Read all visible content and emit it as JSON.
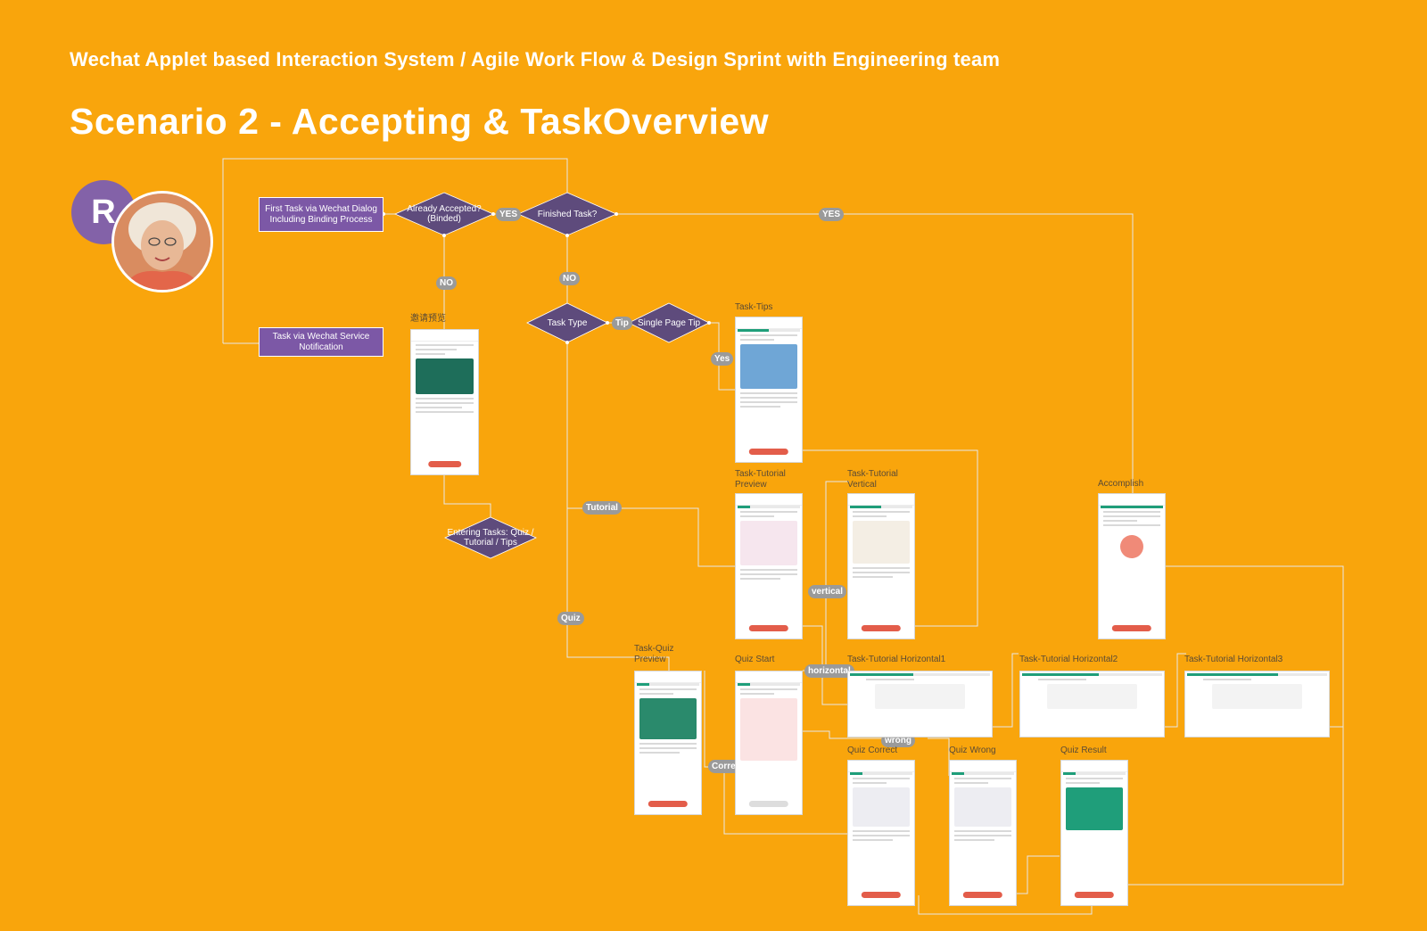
{
  "header": {
    "subtitle": "Wechat Applet based Interaction System / Agile Work Flow & Design Sprint with Engineering team",
    "title": "Scenario 2 - Accepting & TaskOverview"
  },
  "avatar": {
    "initial": "R"
  },
  "nodes": {
    "first_task": "First Task via Wechat Dialog Including Binding Process",
    "service_task": "Task via Wechat Service Notification",
    "already_accepted": "Already Accepted? (Binded)",
    "finished_task": "Finished Task?",
    "task_type": "Task Type",
    "single_page_tip": "Single Page Tip",
    "entering_tasks": "Entering Tasks: Quiz / Tutorial / Tips"
  },
  "edge_labels": {
    "yes1": "YES",
    "yes2": "YES",
    "no1": "NO",
    "no2": "NO",
    "tip": "Tip",
    "yes_tip": "Yes",
    "tutorial": "Tutorial",
    "quiz": "Quiz",
    "vertical": "vertical",
    "horizontal": "horizontal",
    "wrong": "wrong",
    "correct": "Correct"
  },
  "screens": {
    "invite": "邀请预览",
    "task_tips": "Task-Tips",
    "tutorial_preview": "Task-Tutorial Preview",
    "tutorial_vertical": "Task-Tutorial Vertical",
    "accomplish": "Accomplish",
    "quiz_preview": "Task-Quiz Preview",
    "quiz_start": "Quiz Start",
    "tut_h1": "Task-Tutorial Horizontal1",
    "tut_h2": "Task-Tutorial Horizontal2",
    "tut_h3": "Task-Tutorial Horizontal3",
    "quiz_correct": "Quiz Correct",
    "quiz_wrong": "Quiz Wrong",
    "quiz_result": "Quiz Result"
  },
  "colors": {
    "background": "#F9A50C",
    "box": "#7C58A6",
    "diamond": "#5E4B7C",
    "avatar": "#8362A8",
    "progress": "#1F9E7A",
    "button": "#E35D4A"
  }
}
